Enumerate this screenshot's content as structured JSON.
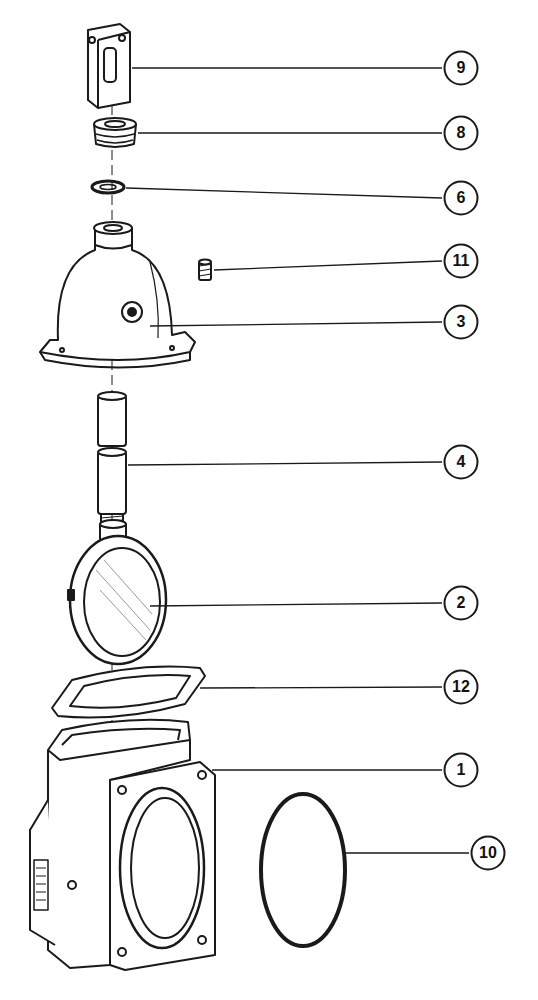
{
  "diagram": {
    "nodes": [
      {
        "text": [
          "9"
        ]
      },
      {
        "text": [
          "8"
        ]
      },
      {
        "text": [
          "6"
        ]
      },
      {
        "text": [
          "11"
        ]
      },
      {
        "text": [
          "3"
        ]
      },
      {
        "text": [
          "4"
        ]
      },
      {
        "text": [
          "2"
        ]
      },
      {
        "text": [
          "12"
        ]
      },
      {
        "text": [
          "1"
        ]
      },
      {
        "text": [
          "10"
        ]
      }
    ]
  }
}
